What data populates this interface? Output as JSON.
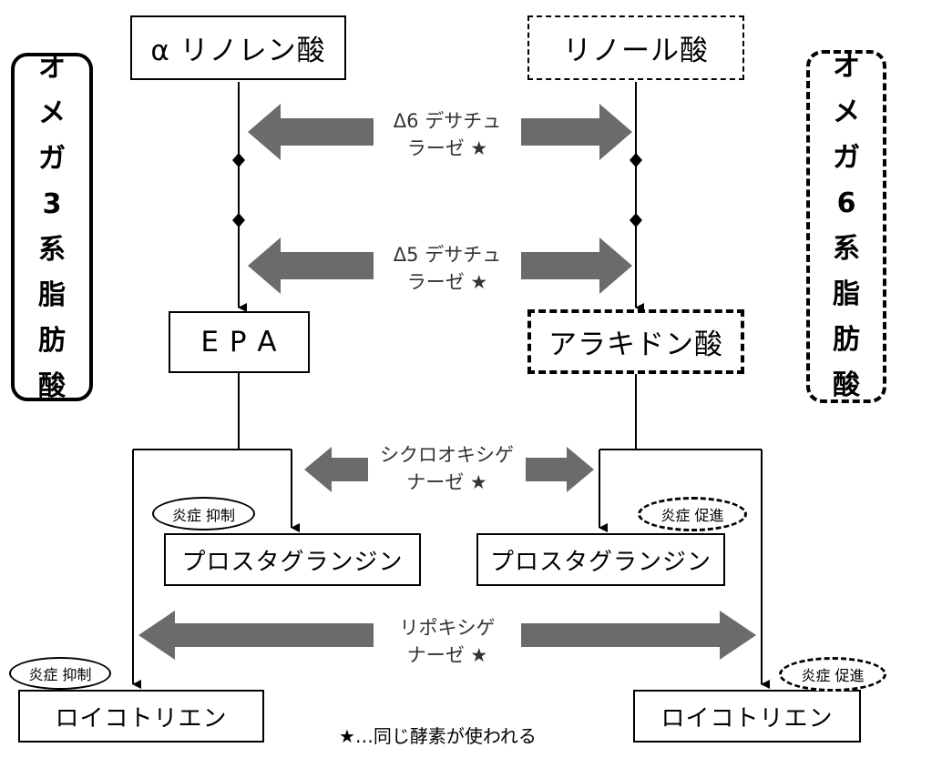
{
  "sides": {
    "omega3": [
      "オ",
      "メ",
      "ガ",
      "3",
      "系",
      "脂",
      "肪",
      "酸"
    ],
    "omega6": [
      "オ",
      "メ",
      "ガ",
      "6",
      "系",
      "脂",
      "肪",
      "酸"
    ]
  },
  "boxes": {
    "alpha_linolenic": "α リノレン酸",
    "linoleic": "リノール酸",
    "epa": "E P A",
    "arachidonic": "アラキドン酸",
    "pg_left": "プロスタグランジン",
    "pg_right": "プロスタグランジン",
    "lt_left": "ロイコトリエン",
    "lt_right": "ロイコトリエン"
  },
  "enzymes": {
    "d6": [
      "Δ6 デサチュ",
      "ラーゼ ★"
    ],
    "d5": [
      "Δ5 デサチュ",
      "ラーゼ ★"
    ],
    "cox": [
      "シクロオキシゲ",
      "ナーゼ ★"
    ],
    "lox": [
      "リポキシゲ",
      "ナーゼ ★"
    ]
  },
  "ovals": {
    "pg_left": "炎症 抑制",
    "pg_right": "炎症 促進",
    "lt_left": "炎症 抑制",
    "lt_right": "炎症 促進"
  },
  "note": "★…同じ酵素が使われる",
  "colors": {
    "arrow": "#6b6b6b",
    "line": "#000000"
  }
}
